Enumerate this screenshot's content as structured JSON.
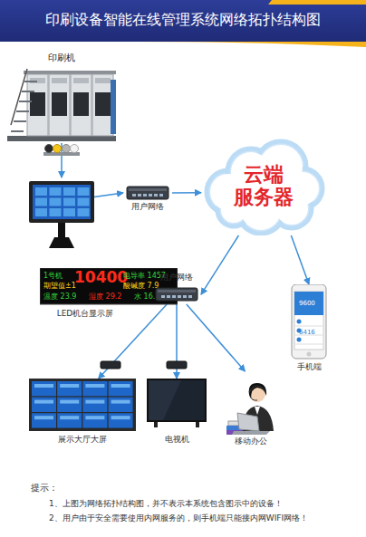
{
  "diagram": {
    "title": "印刷设备智能在线管理系统网络拓扑结构图",
    "nodes": [
      {
        "text": [
          "印刷机"
        ]
      },
      {
        "text": []
      },
      {
        "text": [
          "用户网络"
        ]
      },
      {
        "text": [
          "云端 服务器"
        ]
      },
      {
        "text": [
          "LED机台显示屏",
          "1号机",
          "10400",
          "电导率 1457",
          "期望值±1",
          "酸碱度 7.9",
          "温度 23.9",
          "湿度 29.2",
          "水 16.7"
        ]
      },
      {
        "text": [
          "用户网络"
        ]
      },
      {
        "text": [
          "手机端",
          "9600",
          "6416"
        ]
      },
      {
        "text": [
          "展示大厅大屏"
        ]
      },
      {
        "text": [
          "电视机"
        ]
      },
      {
        "text": [
          "移动办公"
        ]
      }
    ],
    "edges": [
      {
        "from": 0,
        "to": 1,
        "arrow": "to"
      },
      {
        "from": 1,
        "to": 2,
        "arrow": "to"
      },
      {
        "from": 2,
        "to": 3,
        "arrow": "to"
      },
      {
        "from": 3,
        "to": 5,
        "arrow": "to"
      },
      {
        "from": 3,
        "to": 6,
        "arrow": "to"
      },
      {
        "from": 5,
        "to": 7,
        "arrow": "to"
      },
      {
        "from": 5,
        "to": 8,
        "arrow": "to"
      },
      {
        "from": 5,
        "to": 9,
        "arrow": "to"
      }
    ],
    "labels": [
      "提示：",
      "1、上图为网络拓扑结构图，并不表示本系统包含图示中的设备！",
      "2、用户由于安全需要使用内网服务的，则手机端只能接内网WIFI网络！"
    ]
  }
}
